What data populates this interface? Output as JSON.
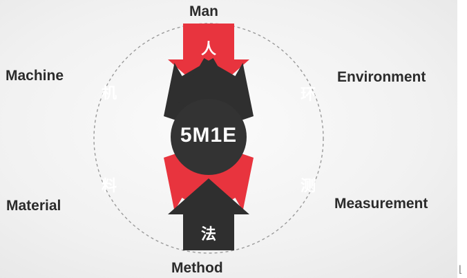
{
  "diagram": {
    "center": "5M1E",
    "factors": {
      "man": {
        "label": "Man",
        "char": "人"
      },
      "machine": {
        "label": "Machine",
        "char": "机"
      },
      "environment": {
        "label": "Environment",
        "char": "环"
      },
      "material": {
        "label": "Material",
        "char": "料"
      },
      "measurement": {
        "label": "Measurement",
        "char": "测"
      },
      "method": {
        "label": "Method",
        "char": "法"
      }
    }
  },
  "colors": {
    "red": "#e8343e",
    "dark": "#2f2f2f",
    "center": "#333333",
    "dashed_ring": "#9a9a9a"
  }
}
